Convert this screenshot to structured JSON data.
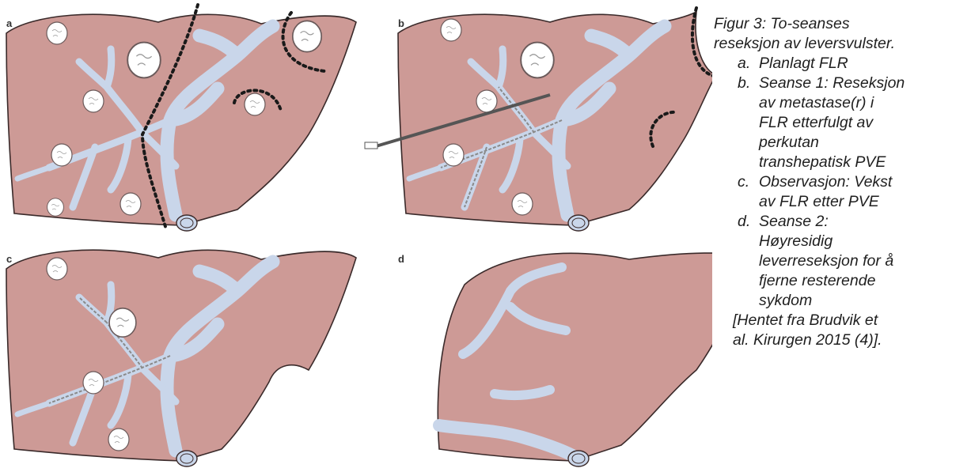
{
  "panels": [
    {
      "label": "a"
    },
    {
      "label": "b"
    },
    {
      "label": "c"
    },
    {
      "label": "d"
    }
  ],
  "caption": {
    "title_line1": "Figur 3: To-seanses",
    "title_line2": "reseksjon av leversvulster.",
    "items": [
      {
        "marker": "a.",
        "lines": [
          "Planlagt FLR"
        ]
      },
      {
        "marker": "b.",
        "lines": [
          "Seanse 1: Reseksjon",
          "av metastase(r) i",
          "FLR etterfulgt av",
          "perkutan",
          "transhepatisk PVE"
        ]
      },
      {
        "marker": "c.",
        "lines": [
          "Observasjon: Vekst",
          "av FLR etter PVE"
        ]
      },
      {
        "marker": "d.",
        "lines": [
          "Seanse 2:",
          "Høyresidig",
          "leverreseksjon for å",
          "fjerne resterende",
          "sykdom"
        ]
      }
    ],
    "source_line1": "[Hentet fra Brudvik et",
    "source_line2": "al. Kirurgen 2015 (4)]."
  },
  "colors": {
    "liver": "#cd9a96",
    "vessel": "#c9d6ea",
    "outline": "#3a2a2a",
    "resection_line": "#1a1a1a"
  }
}
